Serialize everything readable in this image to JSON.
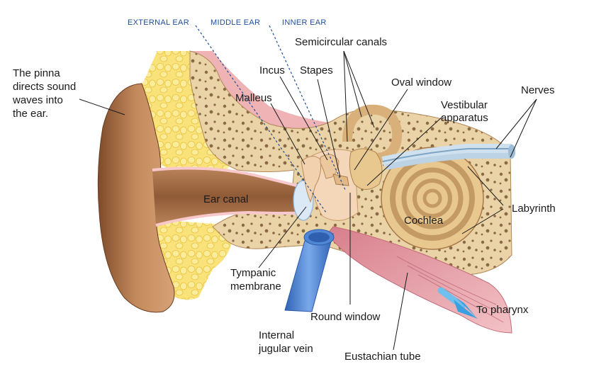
{
  "sections": {
    "external": "EXTERNAL EAR",
    "middle": "MIDDLE EAR",
    "inner": "INNER EAR"
  },
  "labels": {
    "pinna_line1": "The pinna",
    "pinna_line2": "directs sound",
    "pinna_line3": "waves into",
    "pinna_line4": "the ear.",
    "semicircular_canals": "Semicircular canals",
    "incus": "Incus",
    "stapes": "Stapes",
    "malleus": "Malleus",
    "oval_window": "Oval window",
    "vestibular_line1": "Vestibular",
    "vestibular_line2": "apparatus",
    "nerves": "Nerves",
    "ear_canal": "Ear canal",
    "labyrinth": "Labyrinth",
    "cochlea": "Cochlea",
    "tympanic_line1": "Tympanic",
    "tympanic_line2": "membrane",
    "round_window": "Round window",
    "to_pharynx": "To pharynx",
    "jugular_line1": "Internal",
    "jugular_line2": "jugular vein",
    "eustachian_tube": "Eustachian tube"
  },
  "colors": {
    "skin": "#c98e5e",
    "skin_dark": "#8f5a36",
    "fat": "#f7dc5c",
    "bone": "#e6c99a",
    "cochlea": "#e9c890",
    "tissue": "#e8a0a8",
    "vein": "#4f86d6",
    "arrow": "#3aa0e0",
    "section_text": "#1f4e9a"
  }
}
